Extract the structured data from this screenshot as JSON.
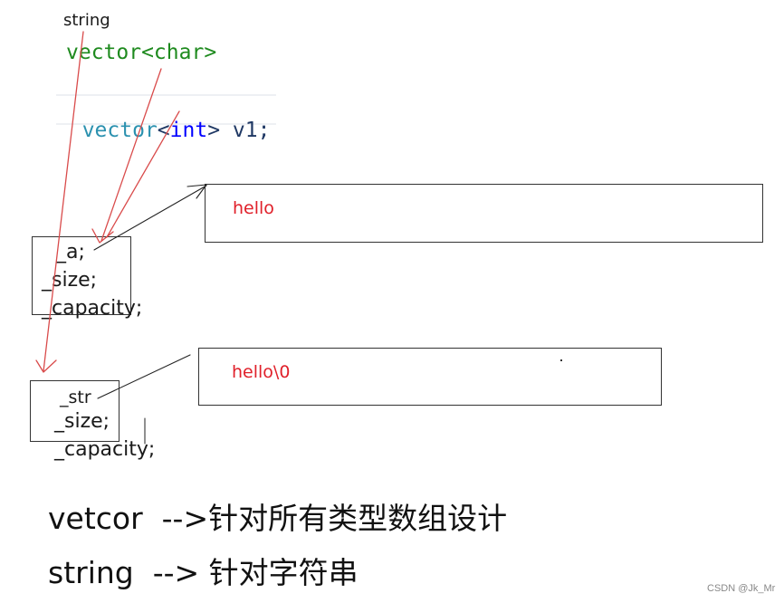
{
  "labels": {
    "string_top": "string",
    "vector_char": "vector<char>",
    "vector_int": {
      "kw1": "vector",
      "lt": "<",
      "kw2": "int",
      "rest": "> v1;"
    },
    "vector_members": [
      "_a;",
      "_size;",
      "_capacity;"
    ],
    "string_members": [
      "_str",
      "_size;",
      "_capacity;"
    ],
    "box_hello": "hello",
    "box_hello0": "hello\\0",
    "note_vector": "vetcor  -->针对所有类型数组设计",
    "note_string": "string  --> 针对字符串",
    "watermark": "CSDN @Jk_Mr"
  },
  "colors": {
    "code_green": "#1e8a1e",
    "code_teal": "#2b91af",
    "code_blue": "#0000ff",
    "code_dark": "#1f3864",
    "text_red": "#e0202a",
    "arrow_red": "#d94b4b",
    "arrow_black": "#222222"
  }
}
